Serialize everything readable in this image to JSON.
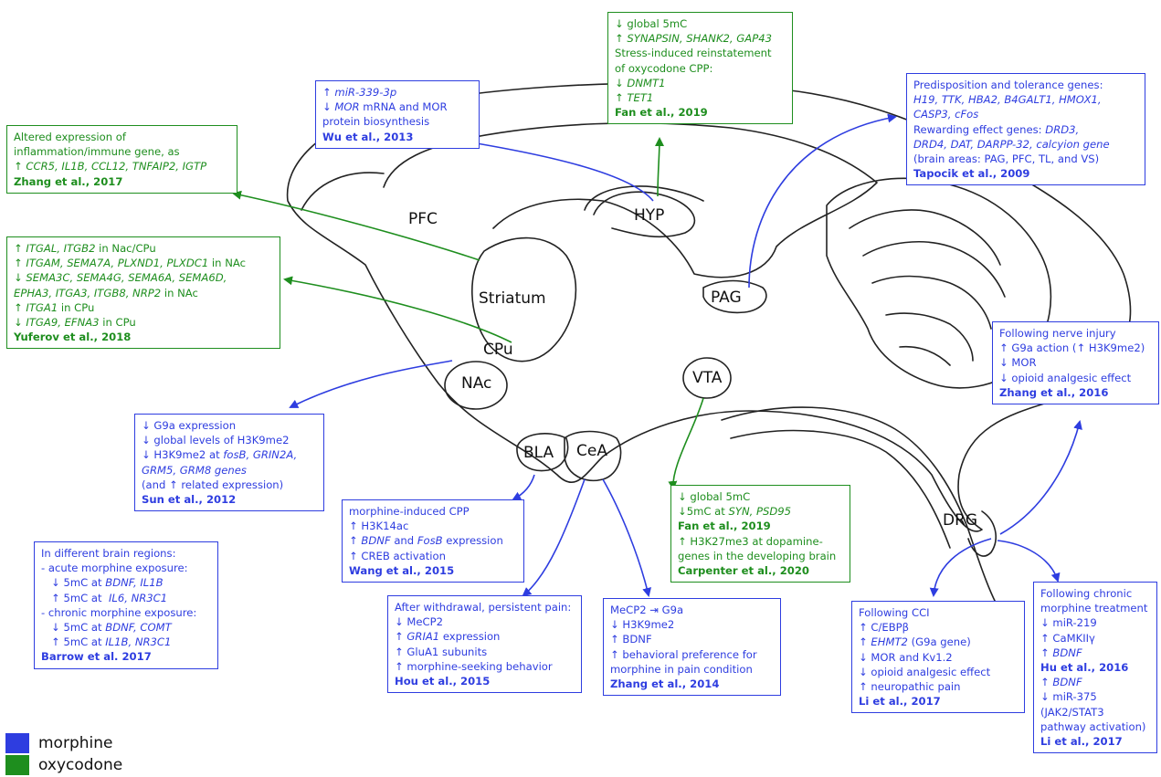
{
  "regions": {
    "pfc": "PFC",
    "hyp": "HYP",
    "pag": "PAG",
    "striatum": "Striatum",
    "cpu": "CPu",
    "nac": "NAc",
    "vta": "VTA",
    "bla": "BLA",
    "cea": "CeA",
    "drg": "DRG"
  },
  "colors": {
    "morphine": "#2e3de0",
    "oxycodone": "#1e8e1e"
  },
  "legend": [
    {
      "label": "morphine",
      "color": "#2e3de0"
    },
    {
      "label": "oxycodone",
      "color": "#1e8e1e"
    }
  ],
  "boxes": {
    "fan2019_hyp": {
      "color": "green",
      "lines": [
        [
          {
            "t": "↓ global 5mC"
          }
        ],
        [
          {
            "t": "↑ "
          },
          {
            "t": "SYNAPSIN, SHANK2, GAP43",
            "s": "i"
          }
        ],
        [
          {
            "t": "Stress-induced reinstatement"
          }
        ],
        [
          {
            "t": "of oxycodone CPP:"
          }
        ],
        [
          {
            "t": "↓ "
          },
          {
            "t": "DNMT1",
            "s": "i"
          }
        ],
        [
          {
            "t": "↑ "
          },
          {
            "t": "TET1",
            "s": "i"
          }
        ],
        [
          {
            "t": "Fan et al., 2019",
            "s": "b"
          }
        ]
      ]
    },
    "wu2013": {
      "color": "blue",
      "lines": [
        [
          {
            "t": "↑ "
          },
          {
            "t": "miR-339-3p",
            "s": "i"
          }
        ],
        [
          {
            "t": "↓ "
          },
          {
            "t": "MOR",
            "s": "i"
          },
          {
            "t": " mRNA and MOR"
          }
        ],
        [
          {
            "t": "protein biosynthesis"
          }
        ],
        [
          {
            "t": "Wu et al., 2013",
            "s": "b"
          }
        ]
      ]
    },
    "tapocik2009": {
      "color": "blue",
      "lines": [
        [
          {
            "t": "Predisposition and tolerance genes:"
          }
        ],
        [
          {
            "t": "H19, TTK, HBA2, B4GALT1, HMOX1,",
            "s": "i"
          }
        ],
        [
          {
            "t": "CASP3, cFos",
            "s": "i"
          }
        ],
        [
          {
            "t": "Rewarding effect genes: "
          },
          {
            "t": "DRD3,",
            "s": "i"
          }
        ],
        [
          {
            "t": "DRD4, DAT, DARPP-32, calcyion gene",
            "s": "i"
          }
        ],
        [
          {
            "t": "(brain areas: PAG, PFC, TL, and VS)"
          }
        ],
        [
          {
            "t": "Tapocik et al., 2009",
            "s": "b"
          }
        ]
      ]
    },
    "zhang2017": {
      "color": "green",
      "lines": [
        [
          {
            "t": "Altered expression of"
          }
        ],
        [
          {
            "t": "inflammation/immune gene, as"
          }
        ],
        [
          {
            "t": "↑ "
          },
          {
            "t": "CCR5, IL1B, CCL12, TNFAIP2, IGTP",
            "s": "i"
          }
        ],
        [
          {
            "t": "Zhang et al., 2017",
            "s": "b"
          }
        ]
      ]
    },
    "yuferov2018": {
      "color": "green",
      "lines": [
        [
          {
            "t": "↑ "
          },
          {
            "t": "ITGAL, ITGB2",
            "s": "i"
          },
          {
            "t": " in Nac/CPu"
          }
        ],
        [
          {
            "t": "↑ "
          },
          {
            "t": "ITGAM, SEMA7A, PLXND1, PLXDC1",
            "s": "i"
          },
          {
            "t": " in NAc"
          }
        ],
        [
          {
            "t": "↓ "
          },
          {
            "t": "SEMA3C, SEMA4G, SEMA6A, SEMA6D,",
            "s": "i"
          }
        ],
        [
          {
            "t": "EPHA3, ITGA3, ITGB8, NRP2",
            "s": "i"
          },
          {
            "t": " in NAc"
          }
        ],
        [
          {
            "t": "↑ "
          },
          {
            "t": "ITGA1",
            "s": "i"
          },
          {
            "t": " in CPu"
          }
        ],
        [
          {
            "t": "↓ "
          },
          {
            "t": "ITGA9, EFNA3",
            "s": "i"
          },
          {
            "t": " in CPu"
          }
        ],
        [
          {
            "t": "Yuferov et al., 2018",
            "s": "b"
          }
        ]
      ]
    },
    "zhang2016": {
      "color": "blue",
      "lines": [
        [
          {
            "t": "Following nerve injury"
          }
        ],
        [
          {
            "t": "↑ G9a action (↑ H3K9me2)"
          }
        ],
        [
          {
            "t": "↓ MOR"
          }
        ],
        [
          {
            "t": "↓ opioid analgesic effect"
          }
        ],
        [
          {
            "t": "Zhang et al., 2016",
            "s": "b"
          }
        ]
      ]
    },
    "sun2012": {
      "color": "blue",
      "lines": [
        [
          {
            "t": "↓ G9a expression"
          }
        ],
        [
          {
            "t": "↓ global levels of H3K9me2"
          }
        ],
        [
          {
            "t": "↓ H3K9me2 at "
          },
          {
            "t": "fosB, GRIN2A,",
            "s": "i"
          }
        ],
        [
          {
            "t": "GRM5, GRM8 genes",
            "s": "i"
          }
        ],
        [
          {
            "t": "(and ↑ related expression)"
          }
        ],
        [
          {
            "t": "Sun et al., 2012",
            "s": "b"
          }
        ]
      ]
    },
    "wang2015": {
      "color": "blue",
      "lines": [
        [
          {
            "t": "morphine-induced CPP"
          }
        ],
        [
          {
            "t": "↑ H3K14ac"
          }
        ],
        [
          {
            "t": "↑ "
          },
          {
            "t": "BDNF",
            "s": "i"
          },
          {
            "t": " and "
          },
          {
            "t": "FosB",
            "s": "i"
          },
          {
            "t": " expression"
          }
        ],
        [
          {
            "t": "↑ CREB activation"
          }
        ],
        [
          {
            "t": "Wang et al., 2015",
            "s": "b"
          }
        ]
      ]
    },
    "fan_carpenter": {
      "color": "green",
      "lines": [
        [
          {
            "t": "↓ global 5mC"
          }
        ],
        [
          {
            "t": "↓5mC at "
          },
          {
            "t": "SYN, PSD95",
            "s": "i"
          }
        ],
        [
          {
            "t": "Fan et al., 2019",
            "s": "b"
          }
        ],
        [
          {
            "t": "↑ H3K27me3 at dopamine-"
          }
        ],
        [
          {
            "t": "genes in the developing brain"
          }
        ],
        [
          {
            "t": "Carpenter et al., 2020",
            "s": "b"
          }
        ]
      ]
    },
    "barrow2017": {
      "color": "blue",
      "lines": [
        [
          {
            "t": "In different brain regions:"
          }
        ],
        [
          {
            "t": "- acute morphine exposure:"
          }
        ],
        [
          {
            "t": "   ↓ 5mC at "
          },
          {
            "t": "BDNF, IL1B",
            "s": "i"
          }
        ],
        [
          {
            "t": "   ↑ 5mC at  "
          },
          {
            "t": "IL6, NR3C1",
            "s": "i"
          }
        ],
        [
          {
            "t": "- chronic morphine exposure:"
          }
        ],
        [
          {
            "t": "   ↓ 5mC at "
          },
          {
            "t": "BDNF, COMT",
            "s": "i"
          }
        ],
        [
          {
            "t": "   ↑ 5mC at "
          },
          {
            "t": "IL1B, NR3C1",
            "s": "i"
          }
        ],
        [
          {
            "t": "Barrow et al. 2017",
            "s": "b"
          }
        ]
      ]
    },
    "hou2015": {
      "color": "blue",
      "lines": [
        [
          {
            "t": "After withdrawal, persistent pain:"
          }
        ],
        [
          {
            "t": "↓ MeCP2"
          }
        ],
        [
          {
            "t": "↑ "
          },
          {
            "t": "GRIA1",
            "s": "i"
          },
          {
            "t": " expression"
          }
        ],
        [
          {
            "t": "↑ GluA1 subunits"
          }
        ],
        [
          {
            "t": "↑ morphine-seeking behavior"
          }
        ],
        [
          {
            "t": "Hou et al., 2015",
            "s": "b"
          }
        ]
      ]
    },
    "zhang2014": {
      "color": "blue",
      "lines": [
        [
          {
            "t": "MeCP2 ⇥ G9a"
          }
        ],
        [
          {
            "t": "↓ H3K9me2"
          }
        ],
        [
          {
            "t": "↑ BDNF"
          }
        ],
        [
          {
            "t": "↑ behavioral preference for"
          }
        ],
        [
          {
            "t": "morphine in pain condition"
          }
        ],
        [
          {
            "t": "Zhang et al., 2014",
            "s": "b"
          }
        ]
      ]
    },
    "li2017_cci": {
      "color": "blue",
      "lines": [
        [
          {
            "t": "Following CCI"
          }
        ],
        [
          {
            "t": "↑ C/EBPβ"
          }
        ],
        [
          {
            "t": "↑ "
          },
          {
            "t": "EHMT2",
            "s": "i"
          },
          {
            "t": " (G9a gene)"
          }
        ],
        [
          {
            "t": "↓ MOR and Kv1.2"
          }
        ],
        [
          {
            "t": "↓ opioid analgesic effect"
          }
        ],
        [
          {
            "t": "↑ neuropathic pain"
          }
        ],
        [
          {
            "t": "Li et al., 2017",
            "s": "b"
          }
        ]
      ]
    },
    "hu_li": {
      "color": "blue",
      "lines": [
        [
          {
            "t": "Following chronic"
          }
        ],
        [
          {
            "t": "morphine treatment"
          }
        ],
        [
          {
            "t": "↓ miR-219"
          }
        ],
        [
          {
            "t": "↑ CaMKIIγ"
          }
        ],
        [
          {
            "t": "↑ "
          },
          {
            "t": "BDNF",
            "s": "i"
          }
        ],
        [
          {
            "t": "Hu et al., 2016",
            "s": "b"
          }
        ],
        [
          {
            "t": "↑ "
          },
          {
            "t": "BDNF",
            "s": "i"
          }
        ],
        [
          {
            "t": "↓ miR-375"
          }
        ],
        [
          {
            "t": "(JAK2/STAT3"
          }
        ],
        [
          {
            "t": "pathway activation)"
          }
        ],
        [
          {
            "t": "Li et al., 2017",
            "s": "b"
          }
        ]
      ]
    }
  }
}
